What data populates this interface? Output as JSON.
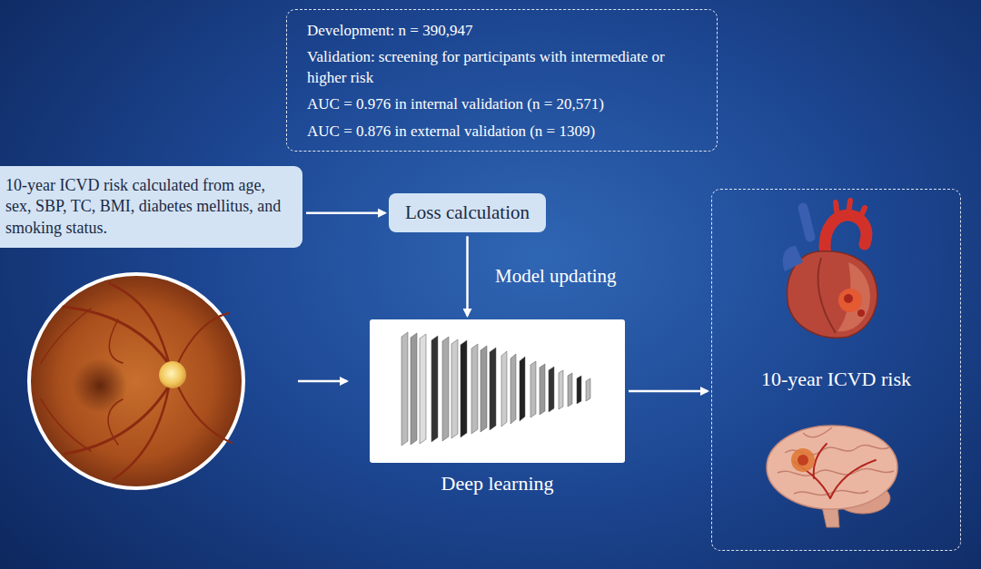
{
  "diagram": {
    "nodes": [
      {
        "text": [
          "Development: n = 390,947",
          "Validation: screening for participants with intermediate or higher risk",
          "AUC = 0.976 in internal validation (n = 20,571)",
          "AUC = 0.876 in external validation (n = 1309)"
        ]
      },
      {
        "text": [
          "10-year ICVD risk calculated from age, sex, SBP, TC, BMI, diabetes mellitus, and smoking status."
        ]
      },
      {
        "text": [
          "Loss calculation"
        ]
      },
      {
        "text": [
          "Deep learning"
        ]
      },
      {
        "text": [
          "10-year ICVD risk"
        ]
      }
    ],
    "edges": [
      {
        "from": 1,
        "to": 2,
        "arrow": "to"
      },
      {
        "from": 2,
        "to": 3,
        "arrow": "to",
        "label": "Model updating"
      },
      {
        "from": 3,
        "to": 4,
        "arrow": "to"
      }
    ]
  }
}
